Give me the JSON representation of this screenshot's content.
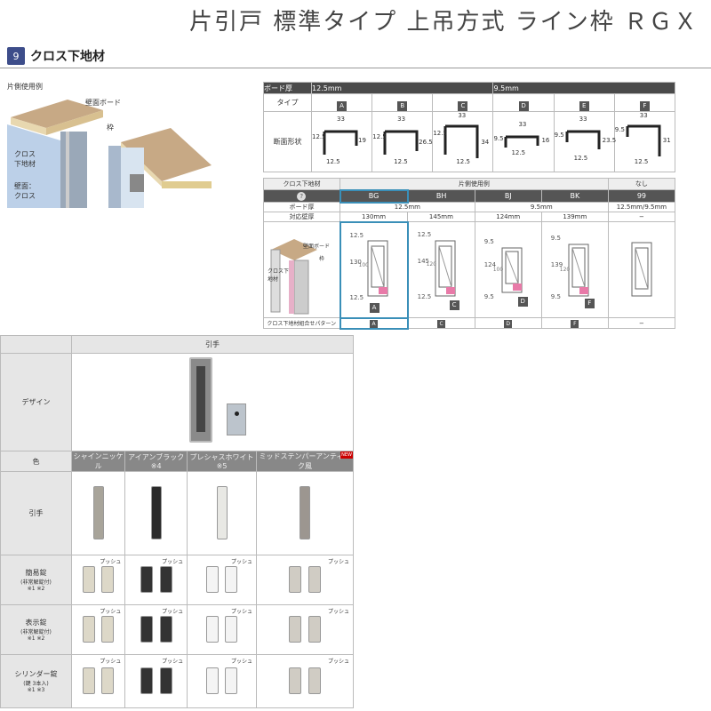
{
  "title": "片引戸 標準タイプ 上吊方式 ライン枠 ＲＧＸ",
  "section": {
    "number": "9",
    "label": "クロス下地材"
  },
  "example": {
    "heading": "片側使用例",
    "labels": [
      "壁面ボード",
      "枠",
      "クロス下地材",
      "壁面：クロス"
    ]
  },
  "board_table": {
    "row_board": "ボード厚",
    "val_125": "12.5mm",
    "val_95": "9.5mm",
    "row_type": "タイプ",
    "types": [
      "A",
      "B",
      "C",
      "D",
      "E",
      "F"
    ],
    "row_shape": "断面形状",
    "dims": [
      [
        "33",
        "12.5",
        "19",
        "12.5"
      ],
      [
        "33",
        "12.5",
        "26.5",
        "12.5"
      ],
      [
        "33",
        "12.5",
        "34",
        "12.5"
      ],
      [
        "33",
        "9.5",
        "16",
        "12.5"
      ],
      [
        "33",
        "9.5",
        "23.5",
        "12.5"
      ],
      [
        "33",
        "9.5",
        "31",
        "12.5"
      ]
    ]
  },
  "cross_table": {
    "header": "クロス下地材",
    "sub_one": "片側使用例",
    "sub_none": "なし",
    "codes": [
      "BG",
      "BH",
      "BJ",
      "BK",
      "99"
    ],
    "row_board": "ボード厚",
    "board_vals": [
      "12.5mm",
      "9.5mm",
      "12.5mm/9.5mm"
    ],
    "row_wall": "対応壁厚",
    "wall_vals": [
      "130mm",
      "145mm",
      "124mm",
      "139mm",
      "−"
    ],
    "diagram_labels": [
      "壁面ボード",
      "枠",
      "クロス下地材"
    ],
    "side_vals": [
      [
        "12.5",
        "130",
        "100",
        "12.5"
      ],
      [
        "12.5",
        "145",
        "120",
        "12.5"
      ],
      [
        "9.5",
        "124",
        "100",
        "9.5"
      ],
      [
        "9.5",
        "139",
        "120",
        "9.5"
      ]
    ],
    "pattern_letters": [
      "A",
      "C",
      "D",
      "F",
      "−"
    ],
    "row_pattern": "クロス下地材組合せパターン"
  },
  "handle_table": {
    "header": "引手",
    "row_design": "デザイン",
    "row_color": "色",
    "colors": [
      "シャインニッケル",
      "アイアンブラック※4",
      "プレシャスホワイト※5",
      "ミッドステンパーアンティーク風"
    ],
    "new_badge": "NEW",
    "row_handle": "引手",
    "row_simple": "簡易錠",
    "simple_sub": "(非常解錠付)",
    "simple_note": "※1 ※2",
    "row_display": "表示錠",
    "display_sub": "(非常解錠付)",
    "display_note": "※1 ※2",
    "row_cylinder": "シリンダー錠",
    "cylinder_sub": "(鍵 3本入)",
    "cylinder_note": "※1 ※3",
    "push": "プッシュ",
    "swatch_colors": [
      "#a8a49a",
      "#2b2b2b",
      "#e8e8e4",
      "#9c9690"
    ]
  }
}
